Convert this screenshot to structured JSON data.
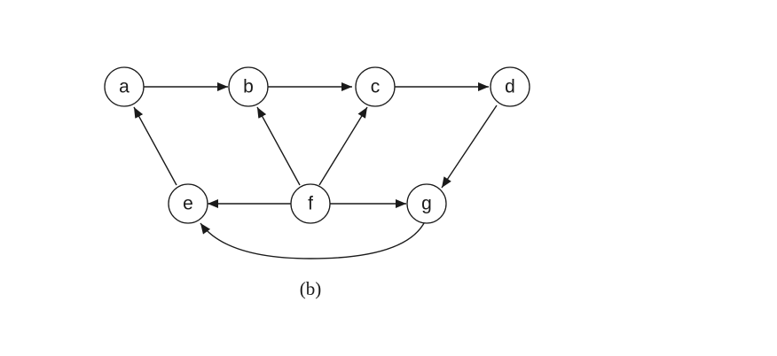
{
  "diagram": {
    "caption": "(b)",
    "nodes": {
      "a": "a",
      "b": "b",
      "c": "c",
      "d": "d",
      "e": "e",
      "f": "f",
      "g": "g"
    },
    "edges": [
      {
        "from": "a",
        "to": "b"
      },
      {
        "from": "b",
        "to": "c"
      },
      {
        "from": "c",
        "to": "d"
      },
      {
        "from": "d",
        "to": "g"
      },
      {
        "from": "e",
        "to": "a"
      },
      {
        "from": "f",
        "to": "b"
      },
      {
        "from": "f",
        "to": "c"
      },
      {
        "from": "f",
        "to": "e"
      },
      {
        "from": "f",
        "to": "g"
      },
      {
        "from": "g",
        "to": "e"
      }
    ]
  }
}
